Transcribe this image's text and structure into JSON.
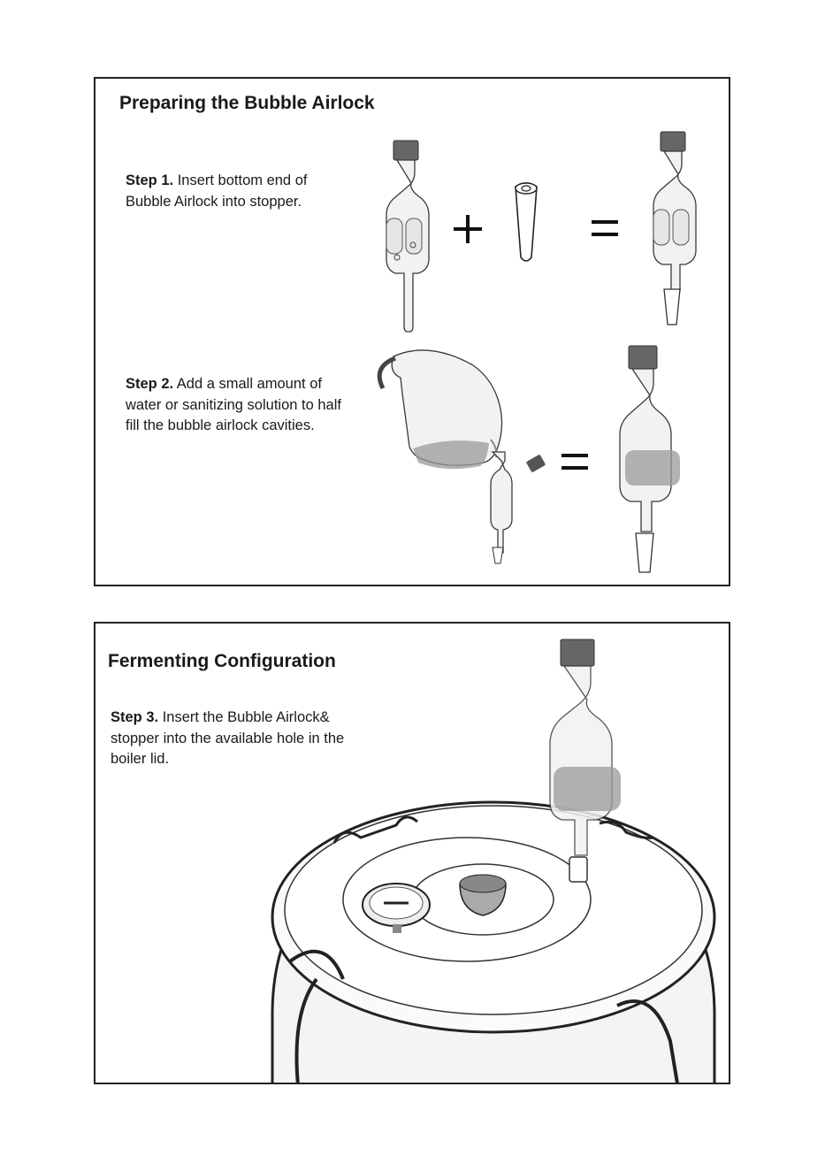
{
  "panel1": {
    "title": "Preparing the Bubble Airlock",
    "step1": {
      "label": "Step 1.",
      "text": "Insert bottom end of Bubble Airlock into stopper."
    },
    "step2": {
      "label": "Step 2.",
      "text": "Add a small amount of water or sanitizing solution to half fill the bubble airlock cavities."
    }
  },
  "panel2": {
    "title": "Fermenting Configuration",
    "step3": {
      "label": "Step 3.",
      "text": "Insert the Bubble Airlock& stopper into the available hole in the boiler lid."
    }
  },
  "icons": [
    "bubble-airlock-icon",
    "stopper-icon",
    "plus-icon",
    "equals-icon",
    "measuring-jug-icon",
    "cap-icon",
    "boiler-lid-icon",
    "thermometer-icon"
  ]
}
